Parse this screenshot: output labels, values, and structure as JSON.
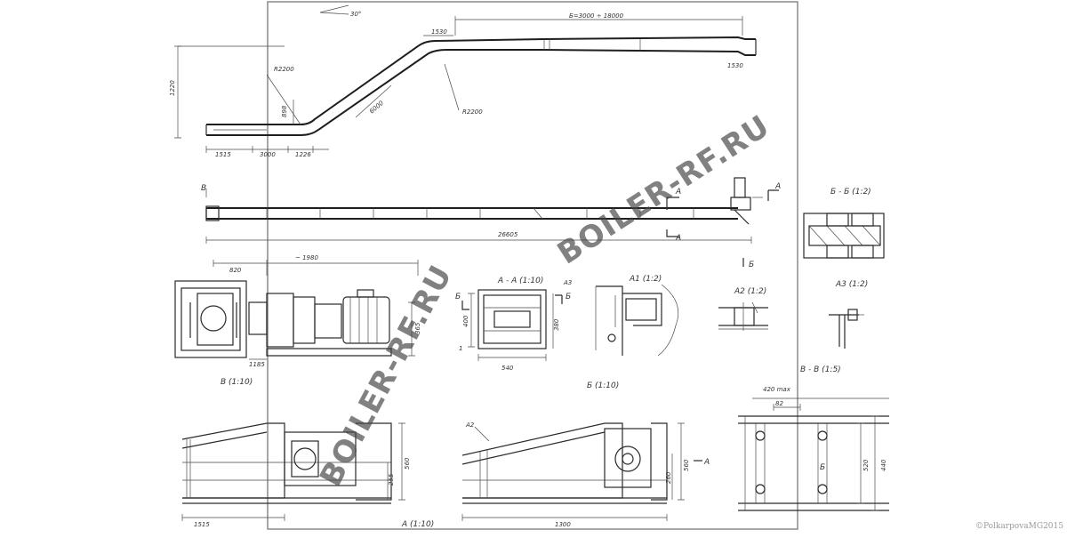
{
  "watermark": {
    "text": "BOILER-RF.RU",
    "color": "#4a4a4a"
  },
  "copyright": "©PolkarpovaMG2015",
  "plan": {
    "angle": "30°",
    "dim_span": "Б=3000 ÷ 18000",
    "dim_1530": "1530",
    "dim_2200_a": "R2200",
    "dim_2200_b": "R2200",
    "dim_6000": "6000",
    "dim_1220": "1220",
    "dim_898": "898",
    "dim_1515": "1515",
    "dim_3000": "3000",
    "dim_1226": "1226",
    "dim_left_h": "1220",
    "dim_1530_r": "1530"
  },
  "elevation": {
    "mark_b": "В",
    "mark_a1": "А",
    "mark_a2": "А",
    "mark_a3": "А",
    "mark_b2": "Б",
    "dim_total": "26605"
  },
  "drive": {
    "dim_820": "820",
    "dim_1980": "~ 1980",
    "dim_365": "365",
    "dim_1185": "1185",
    "label": "В (1:10)"
  },
  "sections": {
    "aa_title": "А - А (1:10)",
    "a3": "А3",
    "b1": "Б",
    "b2": "Б",
    "dim_540": "540",
    "dim_380": "380",
    "dim_400": "400",
    "dim_a1": "1",
    "a1_title": "А1 (1:2)",
    "a2_title": "А2 (1:2)",
    "a3_title": "А3 (1:2)",
    "bb_title": "Б - Б (1:2)",
    "b_label": "Б (1:10)",
    "vv_title": "В - В (1:5)"
  },
  "bottom": {
    "left_label": "А (1:10)",
    "dim_1515": "1515",
    "dim_560": "560",
    "dim_255": "255",
    "a2": "А2",
    "dim_1300": "1300",
    "dim_560b": "560",
    "dim_260": "260",
    "mark_a": "А",
    "dim_420": "420 max",
    "dim_82": "82",
    "dim_520": "520",
    "dim_440": "440",
    "mark_b": "Б"
  }
}
